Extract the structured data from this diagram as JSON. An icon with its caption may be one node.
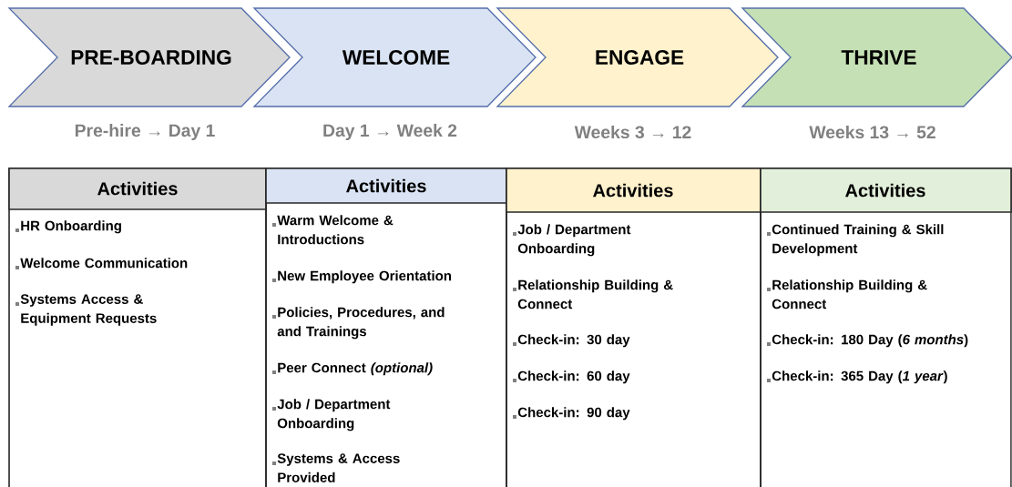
{
  "diagram": {
    "nodes": [
      {
        "text": [
          "PRE-BOARDING"
        ],
        "beside": [
          "Pre-hire → Day 1"
        ]
      },
      {
        "text": [
          "WELCOME"
        ],
        "beside": [
          "Day 1 → Week 2"
        ]
      },
      {
        "text": [
          "ENGAGE"
        ],
        "beside": [
          "Weeks 3 → 12"
        ]
      },
      {
        "text": [
          "THRIVE"
        ],
        "beside": [
          "Weeks 13 → 52"
        ]
      },
      {
        "text": [
          "Activities",
          "HR Onboarding",
          "Welcome Communication",
          "Systems Access & Equipment Requests"
        ]
      },
      {
        "text": [
          "Activities",
          "Warm Welcome & Introductions",
          "New Employee Orientation",
          "Policies, Procedures, and and Trainings",
          "Peer Connect *(optional)*",
          "Job / Department Onboarding",
          "Systems & Access Provided"
        ]
      },
      {
        "text": [
          "Activities",
          "Job / Department Onboarding",
          "Relationship Building & Connect",
          "Check-in: 30 day",
          "Check-in: 60 day",
          "Check-in: 90 day"
        ]
      },
      {
        "text": [
          "Activities",
          "Continued Training & Skill Development",
          "Relationship Building & Connect",
          "Check-in: 180 Day (*6 months*)",
          "Check-in: 365 Day (*1 year*)"
        ]
      }
    ]
  }
}
